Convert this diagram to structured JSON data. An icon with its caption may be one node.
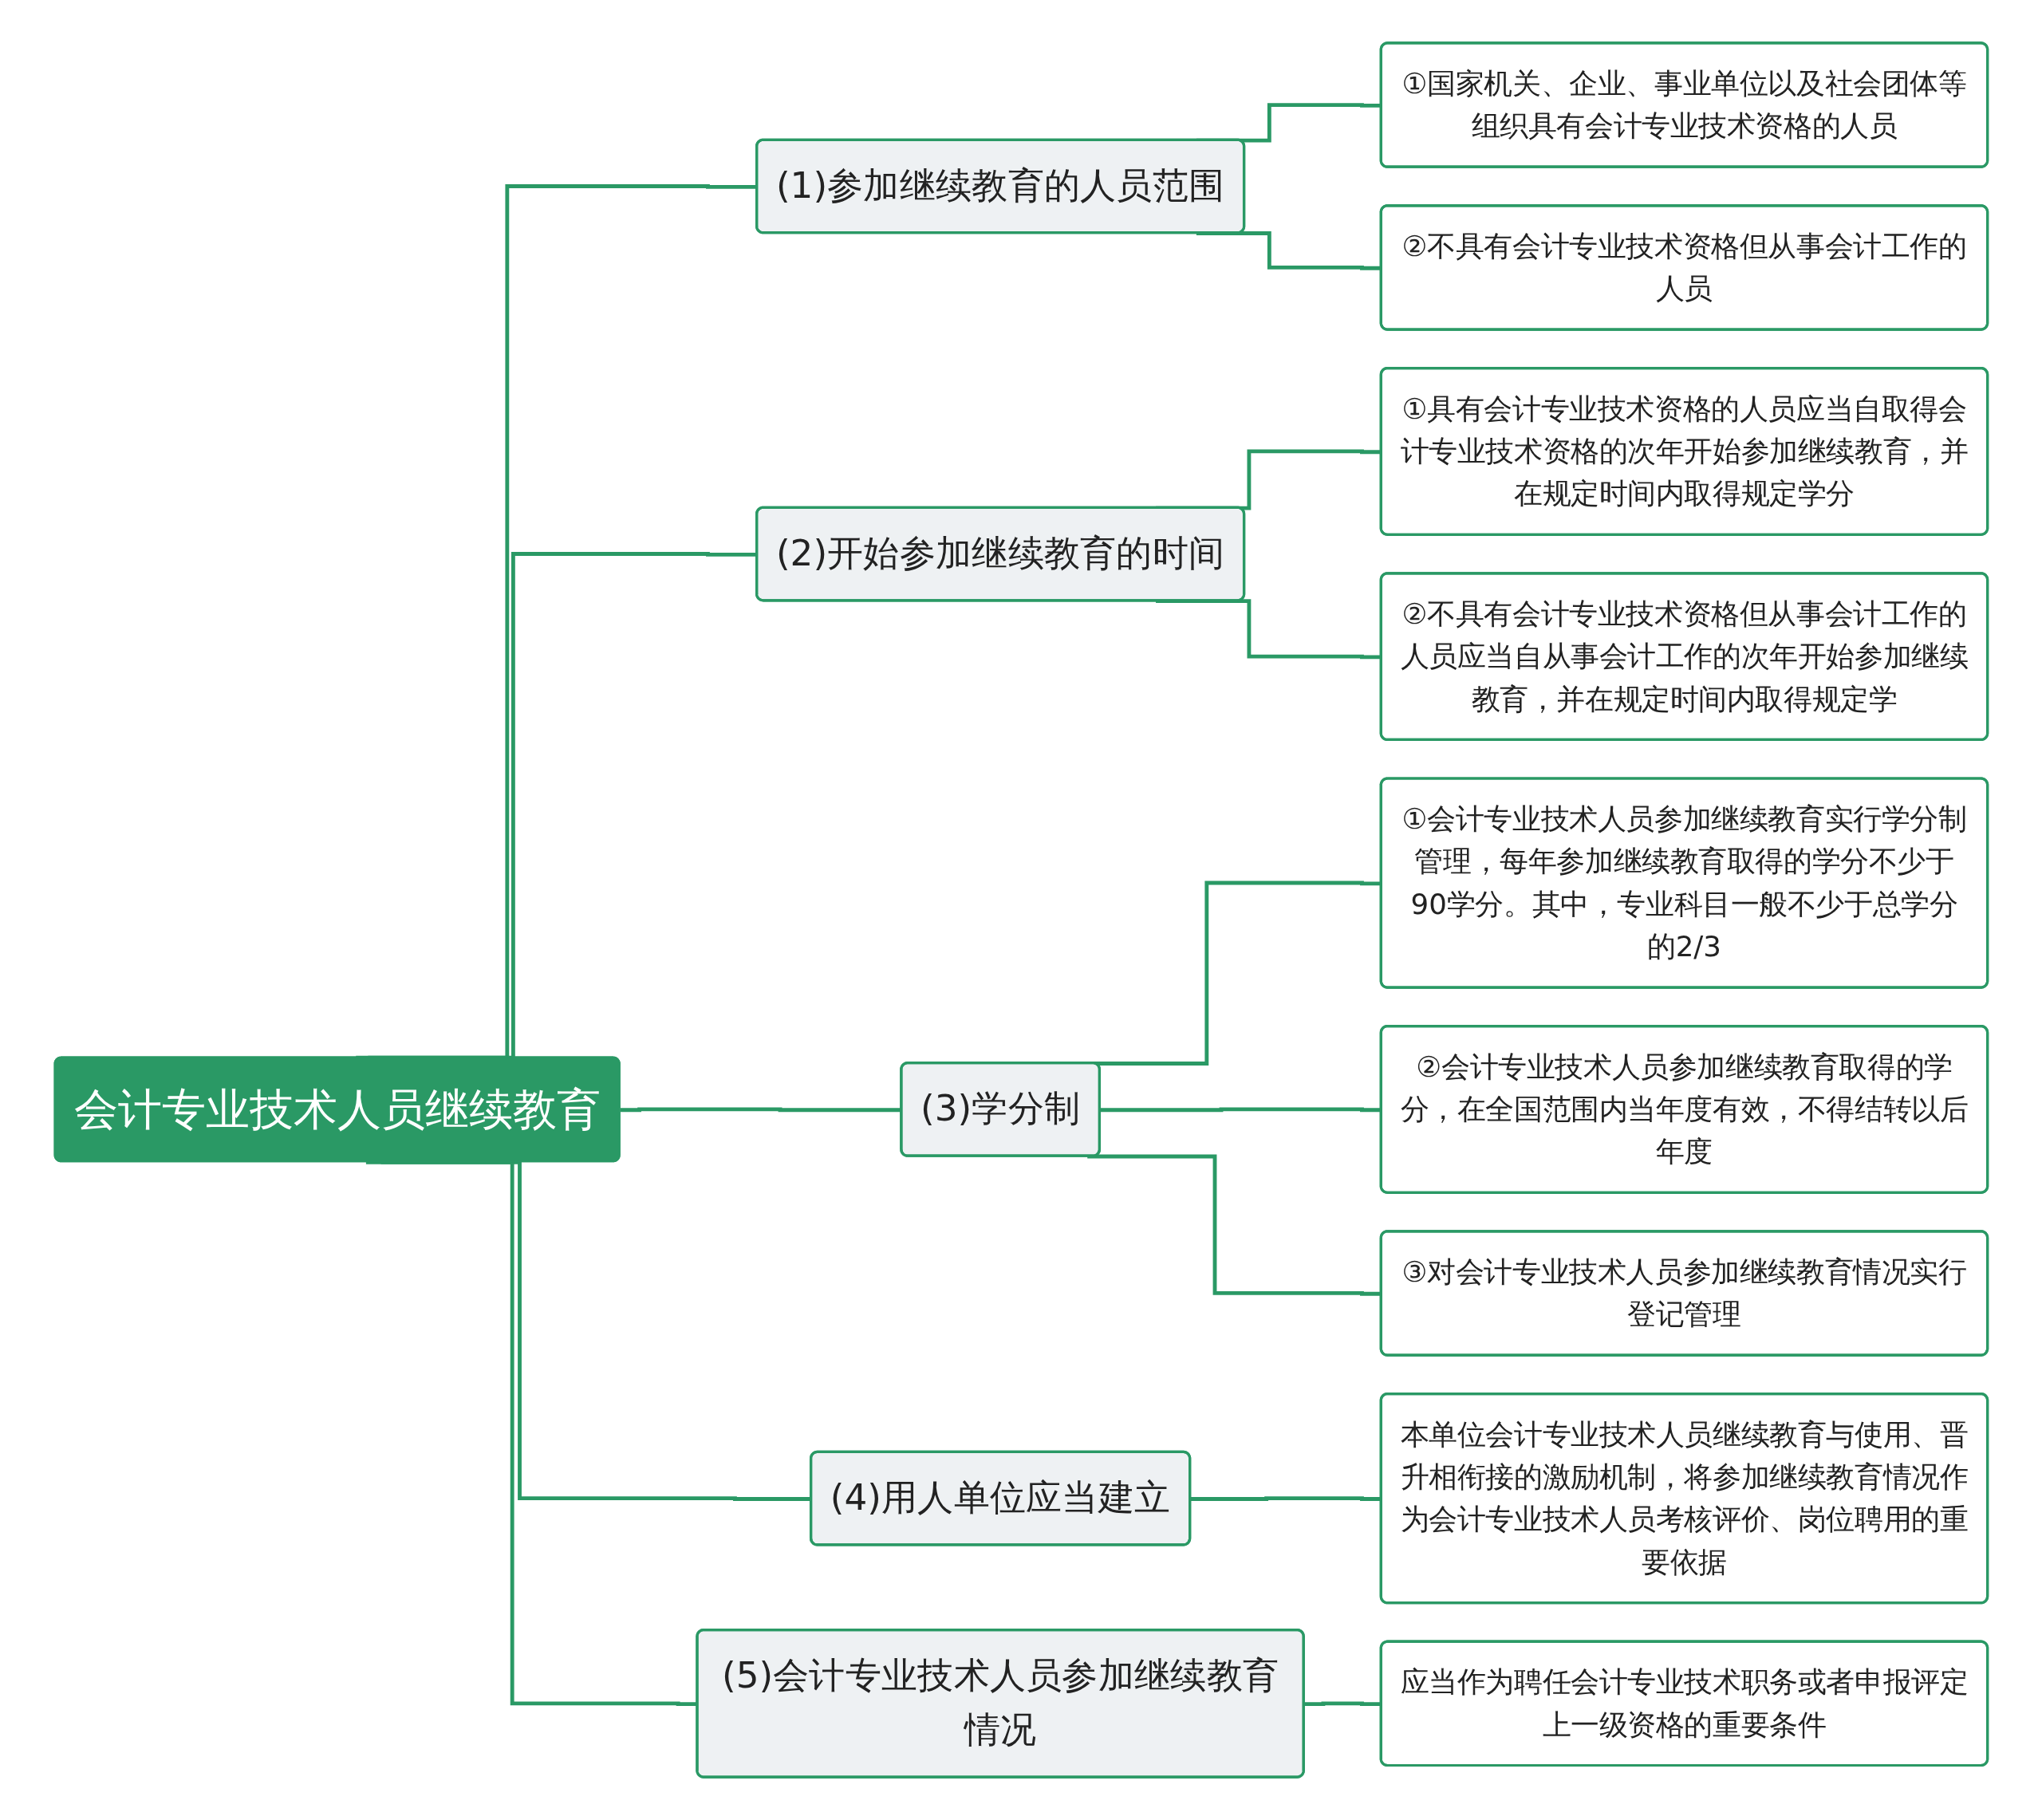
{
  "diagram": {
    "nodes": [
      {
        "text": [
          "会计专业技术人员继续教育"
        ]
      },
      {
        "text": [
          "(1)参加继续教育的人员范围"
        ]
      },
      {
        "text": [
          "①国家机关、企业、事业单位以及社会团体等组织具有会计专业技术资格的人员"
        ]
      },
      {
        "text": [
          "②不具有会计专业技术资格但从事会计工作的人员"
        ]
      },
      {
        "text": [
          "(2)开始参加继续教育的时间"
        ]
      },
      {
        "text": [
          "①具有会计专业技术资格的人员应当自取得会计专业技术资格的次年开始参加继续教育，并在规定时间内取得规定学分"
        ]
      },
      {
        "text": [
          "②不具有会计专业技术资格但从事会计工作的人员应当自从事会计工作的次年开始参加继续教育，并在规定时间内取得规定学"
        ]
      },
      {
        "text": [
          "(3)学分制"
        ]
      },
      {
        "text": [
          "①会计专业技术人员参加继续教育实行学分制管理，每年参加继续教育取得的学分不少于90学分。其中，专业科目一般不少于总学分的2/3"
        ]
      },
      {
        "text": [
          "②会计专业技术人员参加继续教育取得的学分，在全国范围内当年度有效，不得结转以后年度"
        ]
      },
      {
        "text": [
          "③对会计专业技术人员参加继续教育情况实行登记管理"
        ]
      },
      {
        "text": [
          "(4)用人单位应当建立"
        ]
      },
      {
        "text": [
          "本单位会计专业技术人员继续教育与使用、晋升相衔接的激励机制，将参加继续教育情况作为会计专业技术人员考核评价、岗位聘用的重要依据"
        ]
      },
      {
        "text": [
          "(5)会计专业技术人员参加继续教育情况"
        ]
      },
      {
        "text": [
          "应当作为聘任会计专业技术职务或者申报评定上一级资格的重要条件"
        ]
      }
    ],
    "edges": [
      {
        "from": 0,
        "to": 1,
        "arrow": "none"
      },
      {
        "from": 1,
        "to": 2,
        "arrow": "none"
      },
      {
        "from": 1,
        "to": 3,
        "arrow": "none"
      },
      {
        "from": 0,
        "to": 4,
        "arrow": "none"
      },
      {
        "from": 4,
        "to": 5,
        "arrow": "none"
      },
      {
        "from": 4,
        "to": 6,
        "arrow": "none"
      },
      {
        "from": 0,
        "to": 7,
        "arrow": "none"
      },
      {
        "from": 7,
        "to": 8,
        "arrow": "none"
      },
      {
        "from": 7,
        "to": 9,
        "arrow": "none"
      },
      {
        "from": 7,
        "to": 10,
        "arrow": "none"
      },
      {
        "from": 0,
        "to": 11,
        "arrow": "none"
      },
      {
        "from": 11,
        "to": 12,
        "arrow": "none"
      },
      {
        "from": 0,
        "to": 13,
        "arrow": "none"
      },
      {
        "from": 13,
        "to": 14,
        "arrow": "none"
      }
    ]
  }
}
